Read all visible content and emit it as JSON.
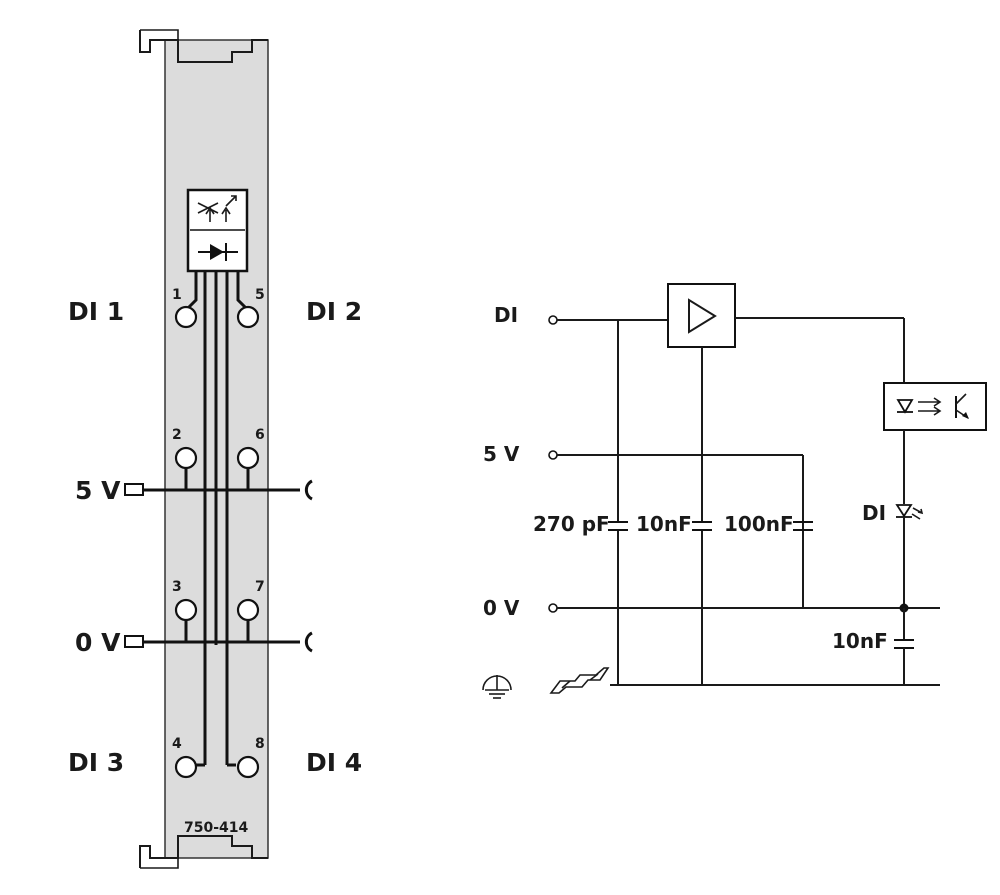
{
  "module": {
    "part_number": "750-414",
    "channels": [
      {
        "label": "DI 1",
        "pin": "1"
      },
      {
        "label": "DI 2",
        "pin": "5"
      },
      {
        "label": "DI 3",
        "pin": "4"
      },
      {
        "label": "DI 4",
        "pin": "8"
      }
    ],
    "power_pins": [
      {
        "label": "5 V",
        "pins": [
          "2",
          "6"
        ]
      },
      {
        "label": "0 V",
        "pins": [
          "3",
          "7"
        ]
      }
    ]
  },
  "schematic": {
    "inputs": {
      "di": "DI",
      "v5": "5 V",
      "v0": "0 V"
    },
    "capacitors": [
      "270 pF",
      "10nF",
      "100nF",
      "10nF"
    ],
    "led_label": "DI"
  },
  "colors": {
    "line": "#1a1a1a",
    "housing": "#dcdcdc"
  }
}
